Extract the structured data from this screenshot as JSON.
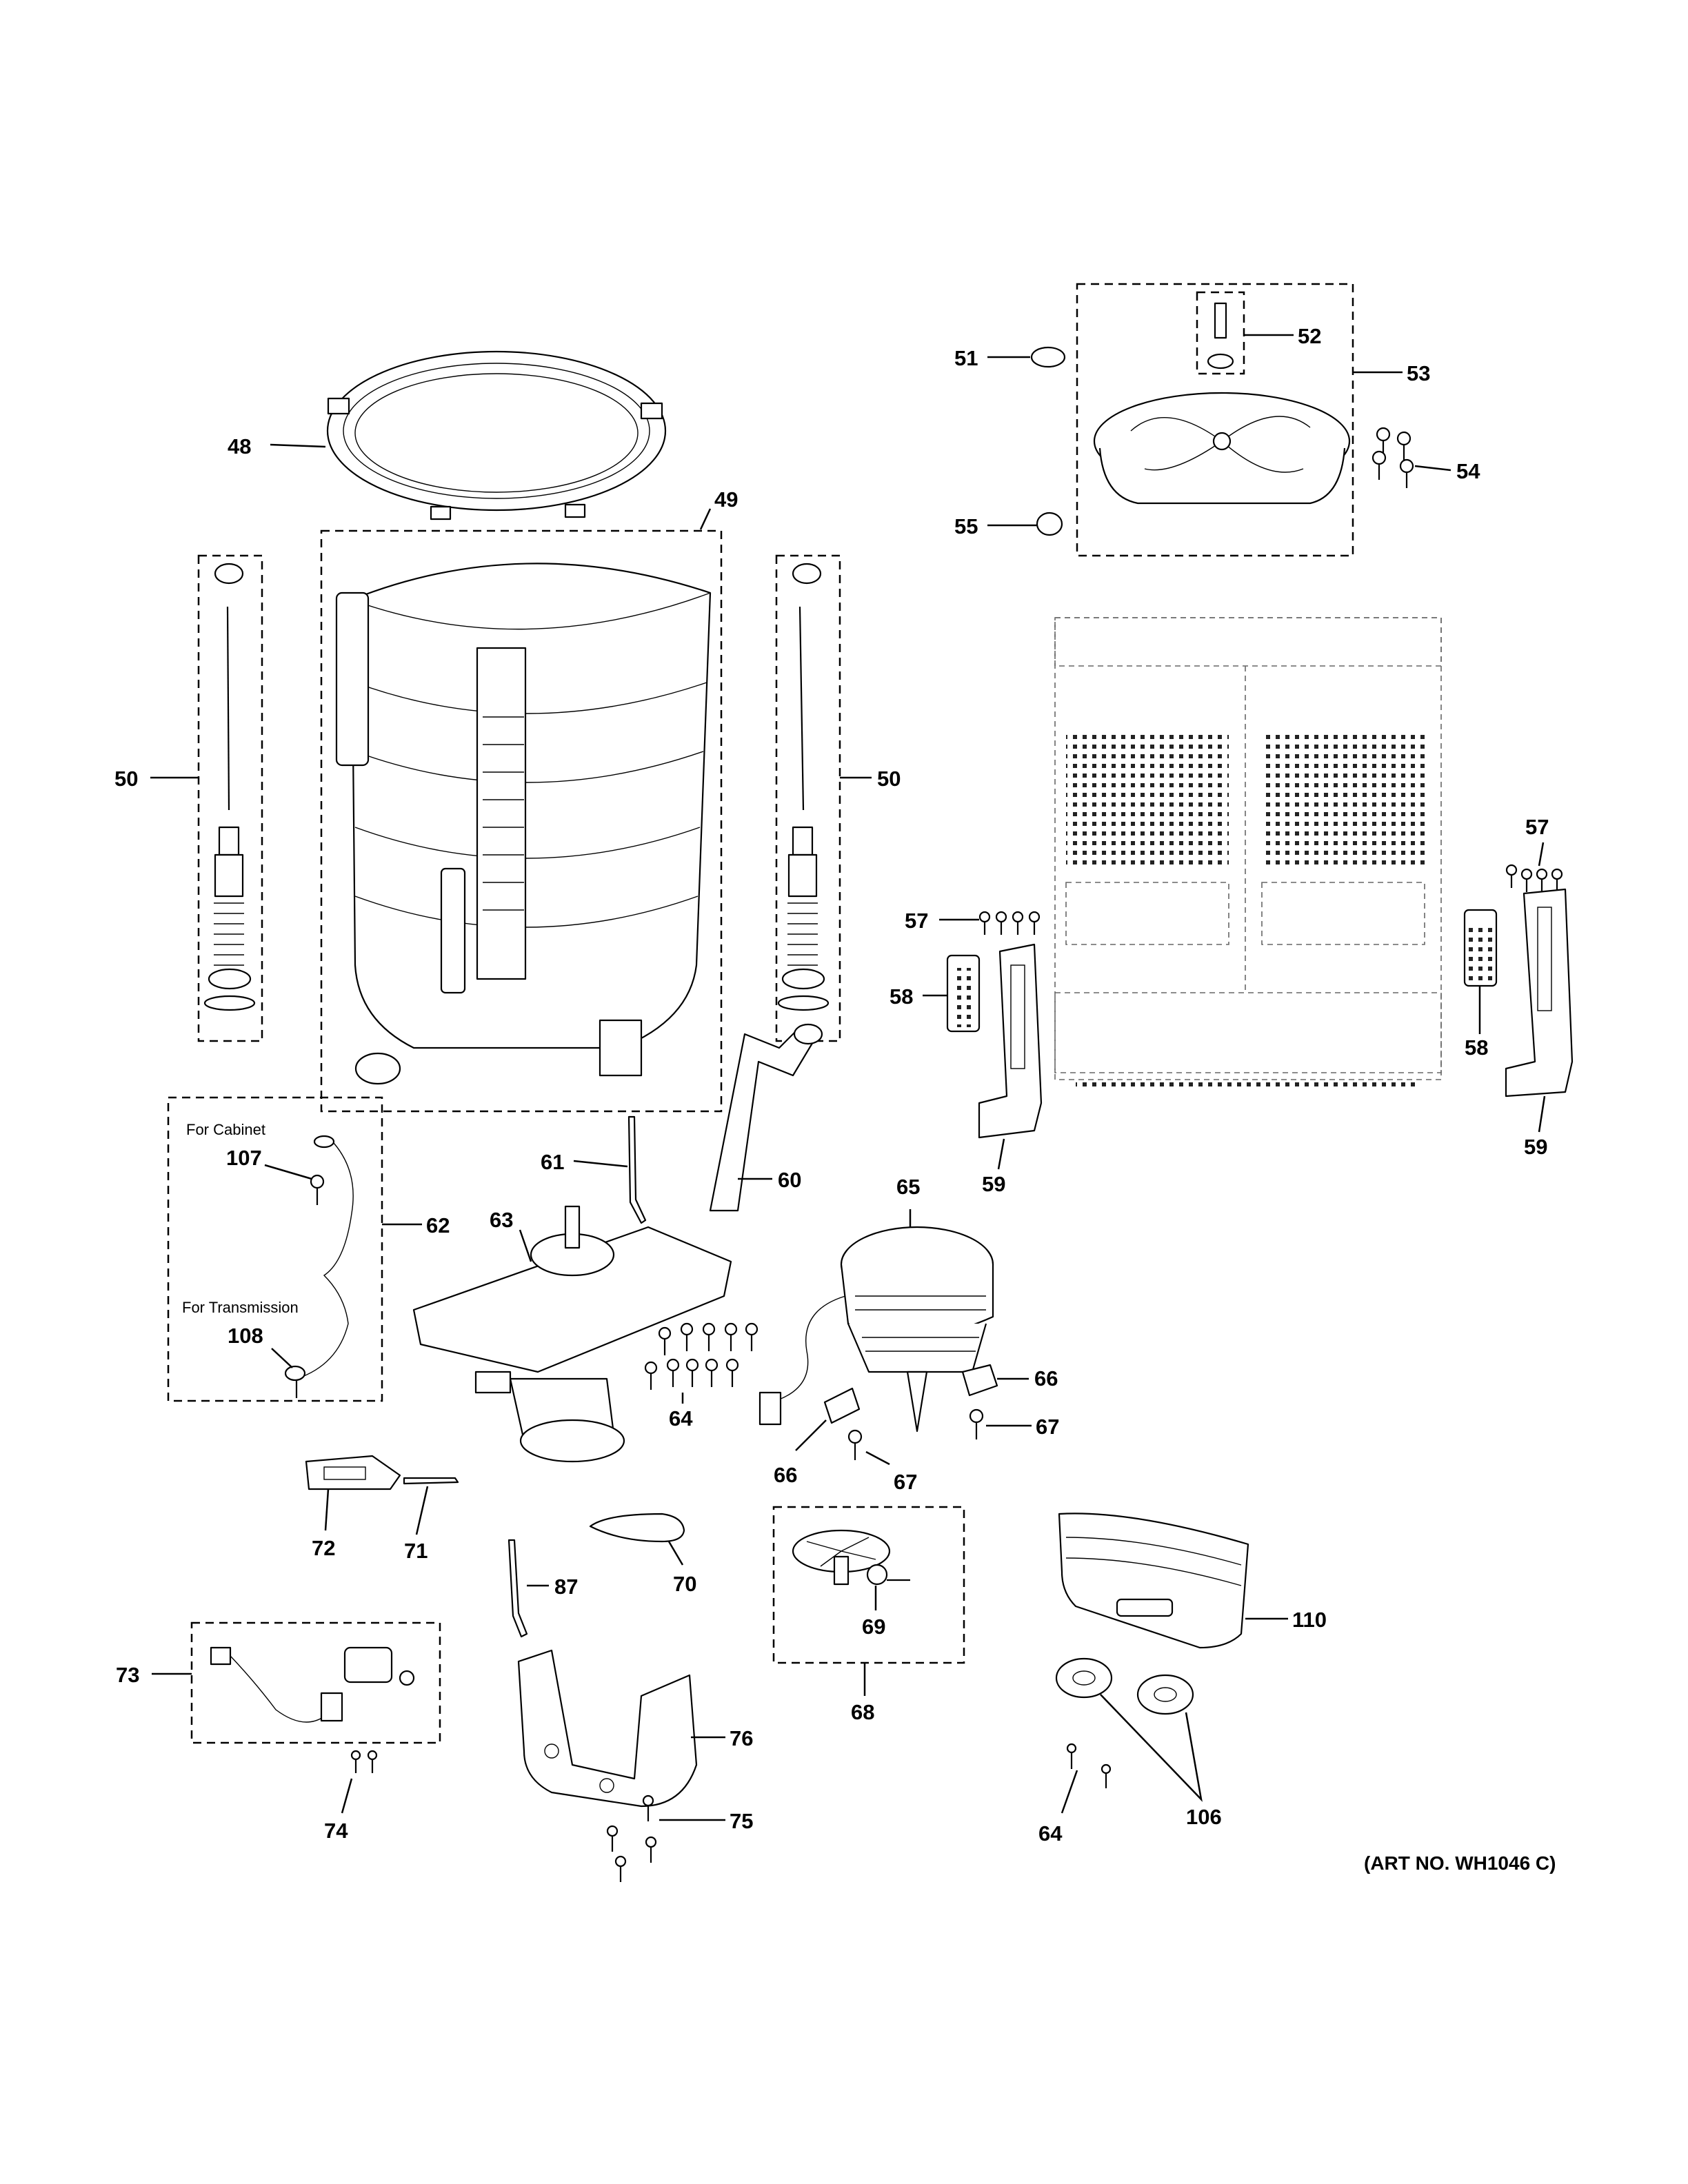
{
  "diagram": {
    "art_number": "(ART NO. WH1046 C)",
    "notes": {
      "for_cabinet": "For Cabinet",
      "for_transmission": "For Transmission"
    },
    "callouts": {
      "c48": "48",
      "c49": "49",
      "c50a": "50",
      "c50b": "50",
      "c51": "51",
      "c52": "52",
      "c53": "53",
      "c54": "54",
      "c55": "55",
      "c57a": "57",
      "c57b": "57",
      "c58a": "58",
      "c58b": "58",
      "c59a": "59",
      "c59b": "59",
      "c60": "60",
      "c61": "61",
      "c62": "62",
      "c63": "63",
      "c64a": "64",
      "c64b": "64",
      "c65": "65",
      "c66a": "66",
      "c66b": "66",
      "c67a": "67",
      "c67b": "67",
      "c68": "68",
      "c69": "69",
      "c70": "70",
      "c71": "71",
      "c72": "72",
      "c73": "73",
      "c74": "74",
      "c75": "75",
      "c76": "76",
      "c87": "87",
      "c106": "106",
      "c107": "107",
      "c108": "108",
      "c110": "110"
    }
  }
}
